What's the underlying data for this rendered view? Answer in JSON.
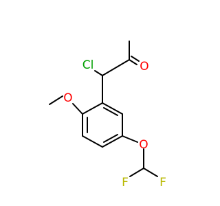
{
  "molecule": {
    "atoms": {
      "chlorine": {
        "label": "Cl",
        "color": "#00a000"
      },
      "carbonyl_oxygen": {
        "label": "O",
        "color": "#ff0000"
      },
      "methoxy_oxygen": {
        "label": "O",
        "color": "#ff0000"
      },
      "ether_oxygen": {
        "label": "O",
        "color": "#ff0000"
      },
      "fluorine_left": {
        "label": "F",
        "color": "#b8b800"
      },
      "fluorine_right": {
        "label": "F",
        "color": "#b8b800"
      }
    },
    "bond_color": "#000000"
  }
}
